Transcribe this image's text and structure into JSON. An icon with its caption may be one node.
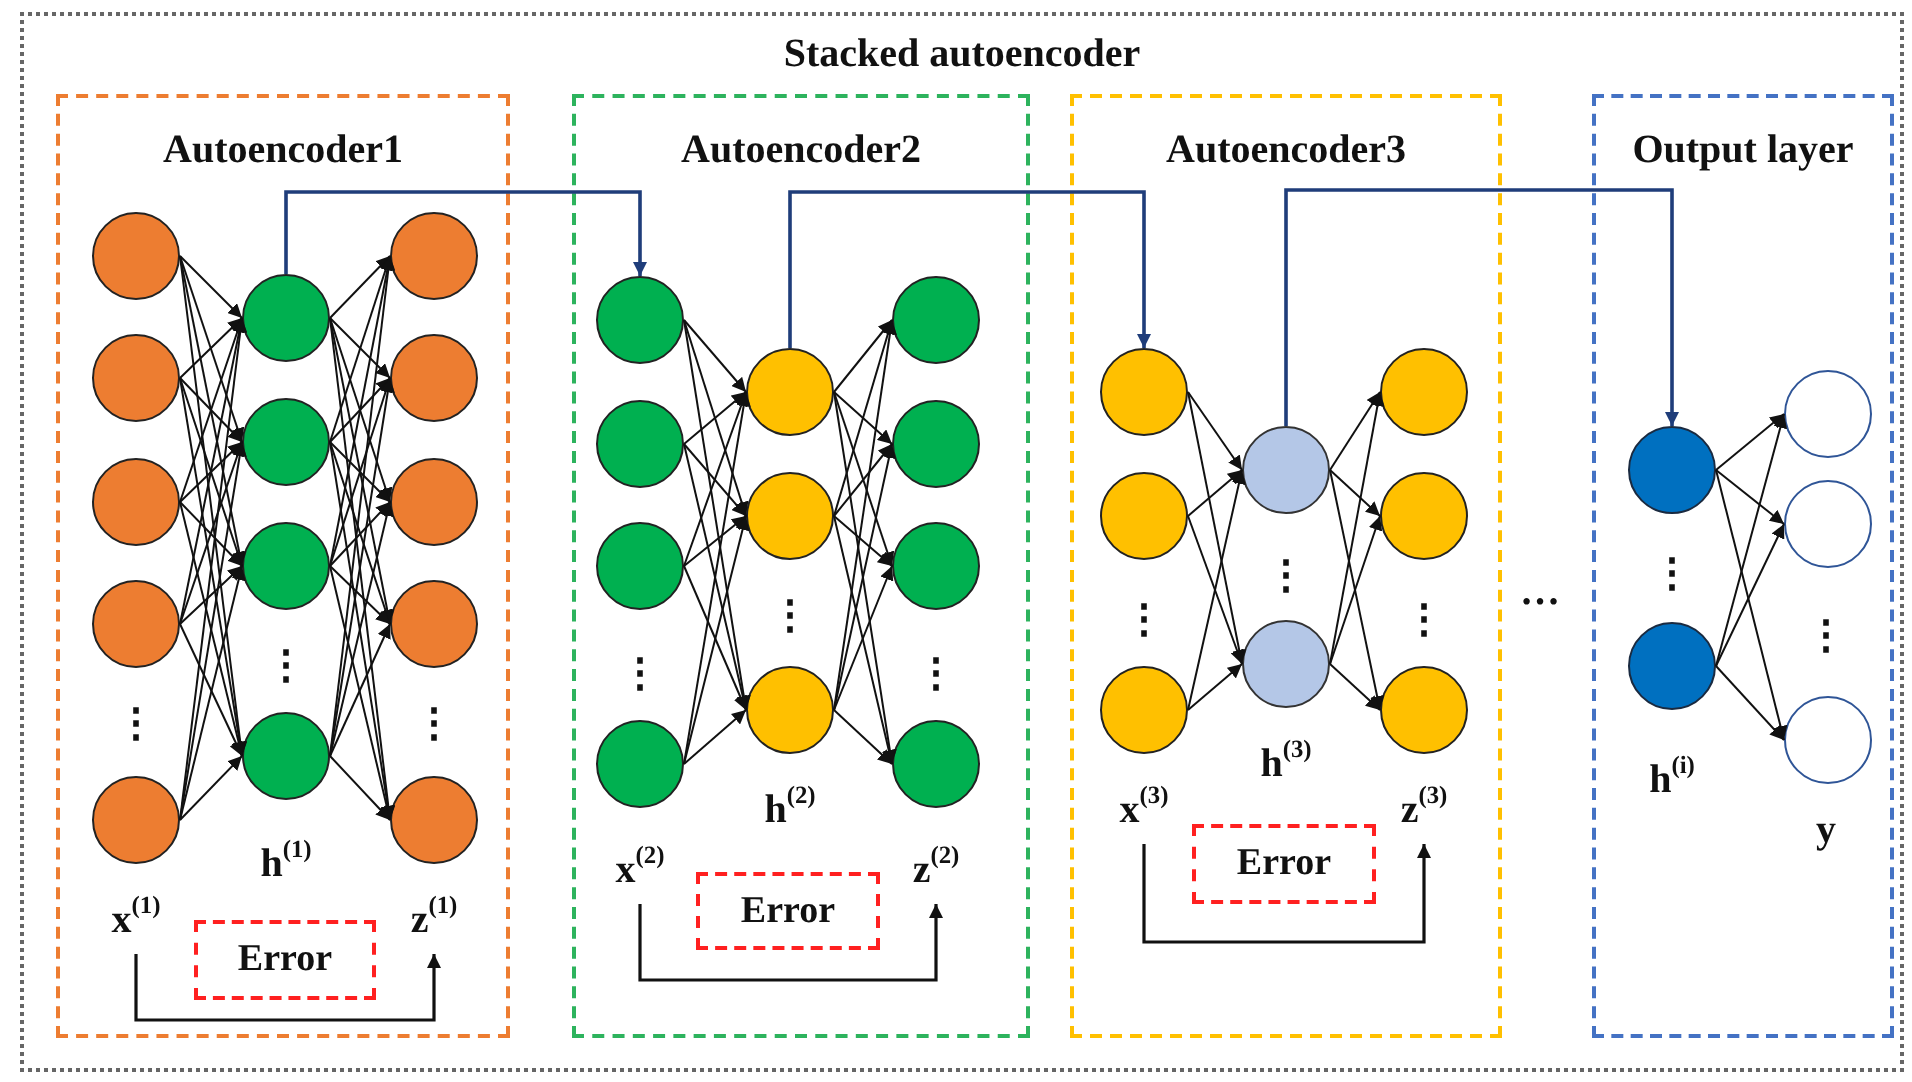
{
  "diagram": {
    "nodes": [
      {
        "text": [
          "Stacked autoencoder"
        ]
      },
      {
        "text": [
          "Autoencoder1"
        ],
        "in": 0
      },
      {
        "text": [],
        "shape": "circle",
        "in": 1
      },
      {
        "text": [],
        "shape": "circle",
        "in": 1
      },
      {
        "text": [],
        "shape": "circle",
        "in": 1
      },
      {
        "text": [],
        "shape": "circle",
        "in": 1
      },
      {
        "text": [],
        "shape": "circle",
        "in": 1
      },
      {
        "text": [],
        "shape": "circle",
        "in": 1
      },
      {
        "text": [],
        "shape": "circle",
        "in": 1
      },
      {
        "text": [],
        "shape": "circle",
        "in": 1
      },
      {
        "text": [],
        "shape": "circle",
        "in": 1
      },
      {
        "text": [],
        "shape": "circle",
        "in": 1
      },
      {
        "text": [],
        "shape": "circle",
        "in": 1
      },
      {
        "text": [],
        "shape": "circle",
        "in": 1
      },
      {
        "text": [],
        "shape": "circle",
        "in": 1
      },
      {
        "text": [],
        "shape": "circle",
        "in": 1
      },
      {
        "text": [
          "x$^{(1)}$"
        ],
        "in": 1
      },
      {
        "text": [
          "Error"
        ],
        "in": 1
      },
      {
        "text": [
          "z$^{(1)}$"
        ],
        "in": 1
      },
      {
        "text": [
          "Autoencoder2"
        ],
        "in": 0
      },
      {
        "text": [],
        "shape": "circle",
        "in": 19
      },
      {
        "text": [],
        "shape": "circle",
        "in": 19
      },
      {
        "text": [],
        "shape": "circle",
        "in": 19
      },
      {
        "text": [],
        "shape": "circle",
        "in": 19
      },
      {
        "text": [],
        "shape": "circle",
        "in": 19
      },
      {
        "text": [],
        "shape": "circle",
        "in": 19
      },
      {
        "text": [],
        "shape": "circle",
        "in": 19
      },
      {
        "text": [],
        "shape": "circle",
        "in": 19
      },
      {
        "text": [],
        "shape": "circle",
        "in": 19
      },
      {
        "text": [],
        "shape": "circle",
        "in": 19
      },
      {
        "text": [],
        "shape": "circle",
        "in": 19
      },
      {
        "text": [
          "x$^{(2)}$"
        ],
        "in": 19
      },
      {
        "text": [
          "Error"
        ],
        "in": 19
      },
      {
        "text": [
          "z$^{(2)}$"
        ],
        "in": 19
      },
      {
        "text": [
          "Autoencoder3"
        ],
        "in": 0
      },
      {
        "text": [],
        "shape": "circle",
        "in": 34
      },
      {
        "text": [],
        "shape": "circle",
        "in": 34
      },
      {
        "text": [],
        "shape": "circle",
        "in": 34
      },
      {
        "text": [],
        "shape": "circle",
        "in": 34
      },
      {
        "text": [],
        "shape": "circle",
        "in": 34
      },
      {
        "text": [],
        "shape": "circle",
        "in": 34
      },
      {
        "text": [],
        "shape": "circle",
        "in": 34
      },
      {
        "text": [],
        "shape": "circle",
        "in": 34
      },
      {
        "text": [
          "x$^{(3)}$"
        ],
        "in": 34
      },
      {
        "text": [
          "Error"
        ],
        "in": 34
      },
      {
        "text": [
          "z$^{(3)}$"
        ],
        "in": 34
      },
      {
        "text": [
          "Output layer"
        ],
        "in": 0
      },
      {
        "text": [],
        "shape": "circle",
        "in": 46
      },
      {
        "text": [],
        "shape": "circle",
        "in": 46
      },
      {
        "text": [],
        "shape": "circle",
        "in": 46
      },
      {
        "text": [],
        "shape": "circle",
        "in": 46
      },
      {
        "text": [],
        "shape": "circle",
        "in": 46
      }
    ],
    "edges": [
      {
        "from": 2,
        "to": 7,
        "arrow": "to"
      },
      {
        "from": 2,
        "to": 8,
        "arrow": "to"
      },
      {
        "from": 2,
        "to": 9,
        "arrow": "to"
      },
      {
        "from": 2,
        "to": 10,
        "arrow": "to"
      },
      {
        "from": 3,
        "to": 7,
        "arrow": "to"
      },
      {
        "from": 3,
        "to": 8,
        "arrow": "to"
      },
      {
        "from": 3,
        "to": 9,
        "arrow": "to"
      },
      {
        "from": 3,
        "to": 10,
        "arrow": "to"
      },
      {
        "from": 4,
        "to": 7,
        "arrow": "to"
      },
      {
        "from": 4,
        "to": 8,
        "arrow": "to"
      },
      {
        "from": 4,
        "to": 9,
        "arrow": "to"
      },
      {
        "from": 4,
        "to": 10,
        "arrow": "to"
      },
      {
        "from": 5,
        "to": 7,
        "arrow": "to"
      },
      {
        "from": 5,
        "to": 8,
        "arrow": "to"
      },
      {
        "from": 5,
        "to": 9,
        "arrow": "to"
      },
      {
        "from": 5,
        "to": 10,
        "arrow": "to"
      },
      {
        "from": 6,
        "to": 7,
        "arrow": "to"
      },
      {
        "from": 6,
        "to": 8,
        "arrow": "to"
      },
      {
        "from": 6,
        "to": 9,
        "arrow": "to"
      },
      {
        "from": 6,
        "to": 10,
        "arrow": "to"
      },
      {
        "from": 7,
        "to": 11,
        "arrow": "to"
      },
      {
        "from": 7,
        "to": 12,
        "arrow": "to"
      },
      {
        "from": 7,
        "to": 13,
        "arrow": "to"
      },
      {
        "from": 7,
        "to": 14,
        "arrow": "to"
      },
      {
        "from": 7,
        "to": 15,
        "arrow": "to"
      },
      {
        "from": 8,
        "to": 11,
        "arrow": "to"
      },
      {
        "from": 8,
        "to": 12,
        "arrow": "to"
      },
      {
        "from": 8,
        "to": 13,
        "arrow": "to"
      },
      {
        "from": 8,
        "to": 14,
        "arrow": "to"
      },
      {
        "from": 8,
        "to": 15,
        "arrow": "to"
      },
      {
        "from": 9,
        "to": 11,
        "arrow": "to"
      },
      {
        "from": 9,
        "to": 12,
        "arrow": "to"
      },
      {
        "from": 9,
        "to": 13,
        "arrow": "to"
      },
      {
        "from": 9,
        "to": 14,
        "arrow": "to"
      },
      {
        "from": 9,
        "to": 15,
        "arrow": "to"
      },
      {
        "from": 10,
        "to": 11,
        "arrow": "to"
      },
      {
        "from": 10,
        "to": 12,
        "arrow": "to"
      },
      {
        "from": 10,
        "to": 13,
        "arrow": "to"
      },
      {
        "from": 10,
        "to": 14,
        "arrow": "to"
      },
      {
        "from": 10,
        "to": 15,
        "arrow": "to"
      },
      {
        "from": 20,
        "to": 24,
        "arrow": "to"
      },
      {
        "from": 20,
        "to": 25,
        "arrow": "to"
      },
      {
        "from": 20,
        "to": 26,
        "arrow": "to"
      },
      {
        "from": 21,
        "to": 24,
        "arrow": "to"
      },
      {
        "from": 21,
        "to": 25,
        "arrow": "to"
      },
      {
        "from": 21,
        "to": 26,
        "arrow": "to"
      },
      {
        "from": 22,
        "to": 24,
        "arrow": "to"
      },
      {
        "from": 22,
        "to": 25,
        "arrow": "to"
      },
      {
        "from": 22,
        "to": 26,
        "arrow": "to"
      },
      {
        "from": 23,
        "to": 24,
        "arrow": "to"
      },
      {
        "from": 23,
        "to": 25,
        "arrow": "to"
      },
      {
        "from": 23,
        "to": 26,
        "arrow": "to"
      },
      {
        "from": 24,
        "to": 27,
        "arrow": "to"
      },
      {
        "from": 24,
        "to": 28,
        "arrow": "to"
      },
      {
        "from": 24,
        "to": 29,
        "arrow": "to"
      },
      {
        "from": 24,
        "to": 30,
        "arrow": "to"
      },
      {
        "from": 25,
        "to": 27,
        "arrow": "to"
      },
      {
        "from": 25,
        "to": 28,
        "arrow": "to"
      },
      {
        "from": 25,
        "to": 29,
        "arrow": "to"
      },
      {
        "from": 25,
        "to": 30,
        "arrow": "to"
      },
      {
        "from": 26,
        "to": 27,
        "arrow": "to"
      },
      {
        "from": 26,
        "to": 28,
        "arrow": "to"
      },
      {
        "from": 26,
        "to": 29,
        "arrow": "to"
      },
      {
        "from": 26,
        "to": 30,
        "arrow": "to"
      },
      {
        "from": 35,
        "to": 38,
        "arrow": "to"
      },
      {
        "from": 35,
        "to": 39,
        "arrow": "to"
      },
      {
        "from": 36,
        "to": 38,
        "arrow": "to"
      },
      {
        "from": 36,
        "to": 39,
        "arrow": "to"
      },
      {
        "from": 37,
        "to": 38,
        "arrow": "to"
      },
      {
        "from": 37,
        "to": 39,
        "arrow": "to"
      },
      {
        "from": 38,
        "to": 40,
        "arrow": "to"
      },
      {
        "from": 38,
        "to": 41,
        "arrow": "to"
      },
      {
        "from": 38,
        "to": 42,
        "arrow": "to"
      },
      {
        "from": 39,
        "to": 40,
        "arrow": "to"
      },
      {
        "from": 39,
        "to": 41,
        "arrow": "to"
      },
      {
        "from": 39,
        "to": 42,
        "arrow": "to"
      },
      {
        "from": 47,
        "to": 49,
        "arrow": "to"
      },
      {
        "from": 47,
        "to": 50,
        "arrow": "to"
      },
      {
        "from": 47,
        "to": 51,
        "arrow": "to"
      },
      {
        "from": 48,
        "to": 49,
        "arrow": "to"
      },
      {
        "from": 48,
        "to": 50,
        "arrow": "to"
      },
      {
        "from": 48,
        "to": 51,
        "arrow": "to"
      },
      {
        "from": 7,
        "to": 20,
        "arrow": "to",
        "color": "#1f3d7a"
      },
      {
        "from": 24,
        "to": 35,
        "arrow": "to",
        "color": "#1f3d7a"
      },
      {
        "from": 38,
        "to": 47,
        "arrow": "to",
        "color": "#1f3d7a"
      },
      {
        "from": 16,
        "to": 18,
        "arrow": "to"
      },
      {
        "from": 31,
        "to": 33,
        "arrow": "to"
      },
      {
        "from": 43,
        "to": 45,
        "arrow": "to"
      }
    ],
    "labels": [
      "⋮",
      "⋮",
      "⋮",
      "h$^{(1)}$",
      "⋮",
      "⋮",
      "⋮",
      "h$^{(2)}$",
      "⋮",
      "⋮",
      "⋮",
      "h$^{(3)}$",
      "…",
      "⋮",
      "⋮",
      "h$^{(i)}$",
      "y"
    ]
  }
}
